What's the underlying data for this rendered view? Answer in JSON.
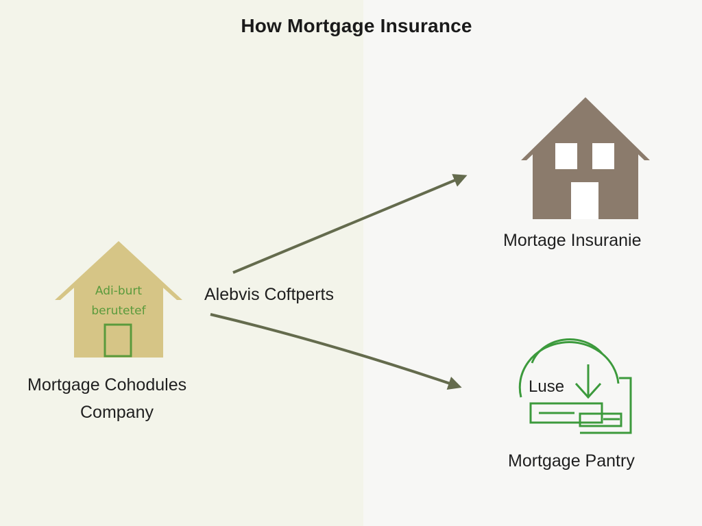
{
  "title": "How Mortgage Insurance",
  "left": {
    "label_line1": "Mortgage Cohodules",
    "label_line2": "Company",
    "house_text_line1": "Adi-burt",
    "house_text_line2": "berutetef"
  },
  "middle": {
    "label": "Alebvis Coftperts"
  },
  "right_top": {
    "label": "Mortage Insuranie"
  },
  "right_bottom": {
    "label": "Mortgage Pantry",
    "check_text": "Luse"
  },
  "colors": {
    "left_house": "#d6c586",
    "left_house_accent": "#5a9a3c",
    "right_house": "#8b7b6c",
    "arrow": "#646b4d",
    "check_icon": "#3c9a3c"
  }
}
